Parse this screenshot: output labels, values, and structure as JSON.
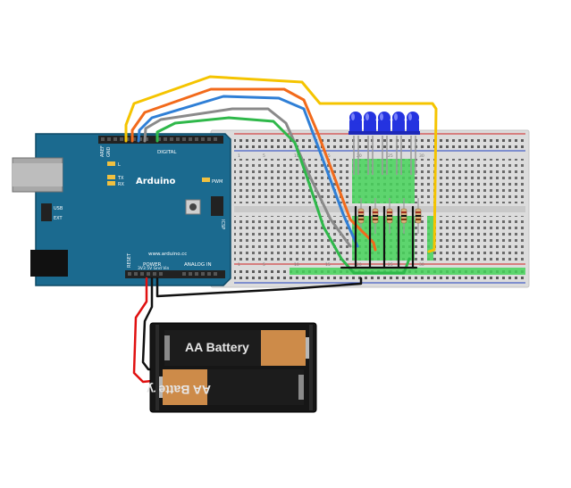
{
  "board": {
    "brand": "Arduino",
    "website": "www.arduino.cc",
    "digital_label": "DIGITAL",
    "power_label": "POWER",
    "analog_label": "ANALOG IN",
    "icsp_label": "ICSP",
    "pwm_label": "PWM",
    "aref_label": "AREF",
    "gnd_label": "GND",
    "reset_label": "RESET",
    "power_pins_label": "3V3 5V Gnd Vin",
    "usb_label": "USB",
    "ext_label": "EXT",
    "tx_label": "TX",
    "rx_label": "RX",
    "l_label": "L",
    "color": "#1b6a8f"
  },
  "battery": {
    "top_label": "AA Battery",
    "bottom_label": "AA Battery"
  },
  "breadboard": {
    "column_labels": [
      "1",
      "5",
      "10",
      "15",
      "20",
      "25",
      "30"
    ]
  },
  "leds": {
    "count": 5,
    "color": "#2433e0"
  },
  "wire_colors": {
    "yellow": "#f5c400",
    "orange": "#f26a1b",
    "blue": "#2f7fd6",
    "gray": "#8a8a8a",
    "green": "#2fb84a",
    "black": "#111111",
    "red": "#e01010"
  }
}
